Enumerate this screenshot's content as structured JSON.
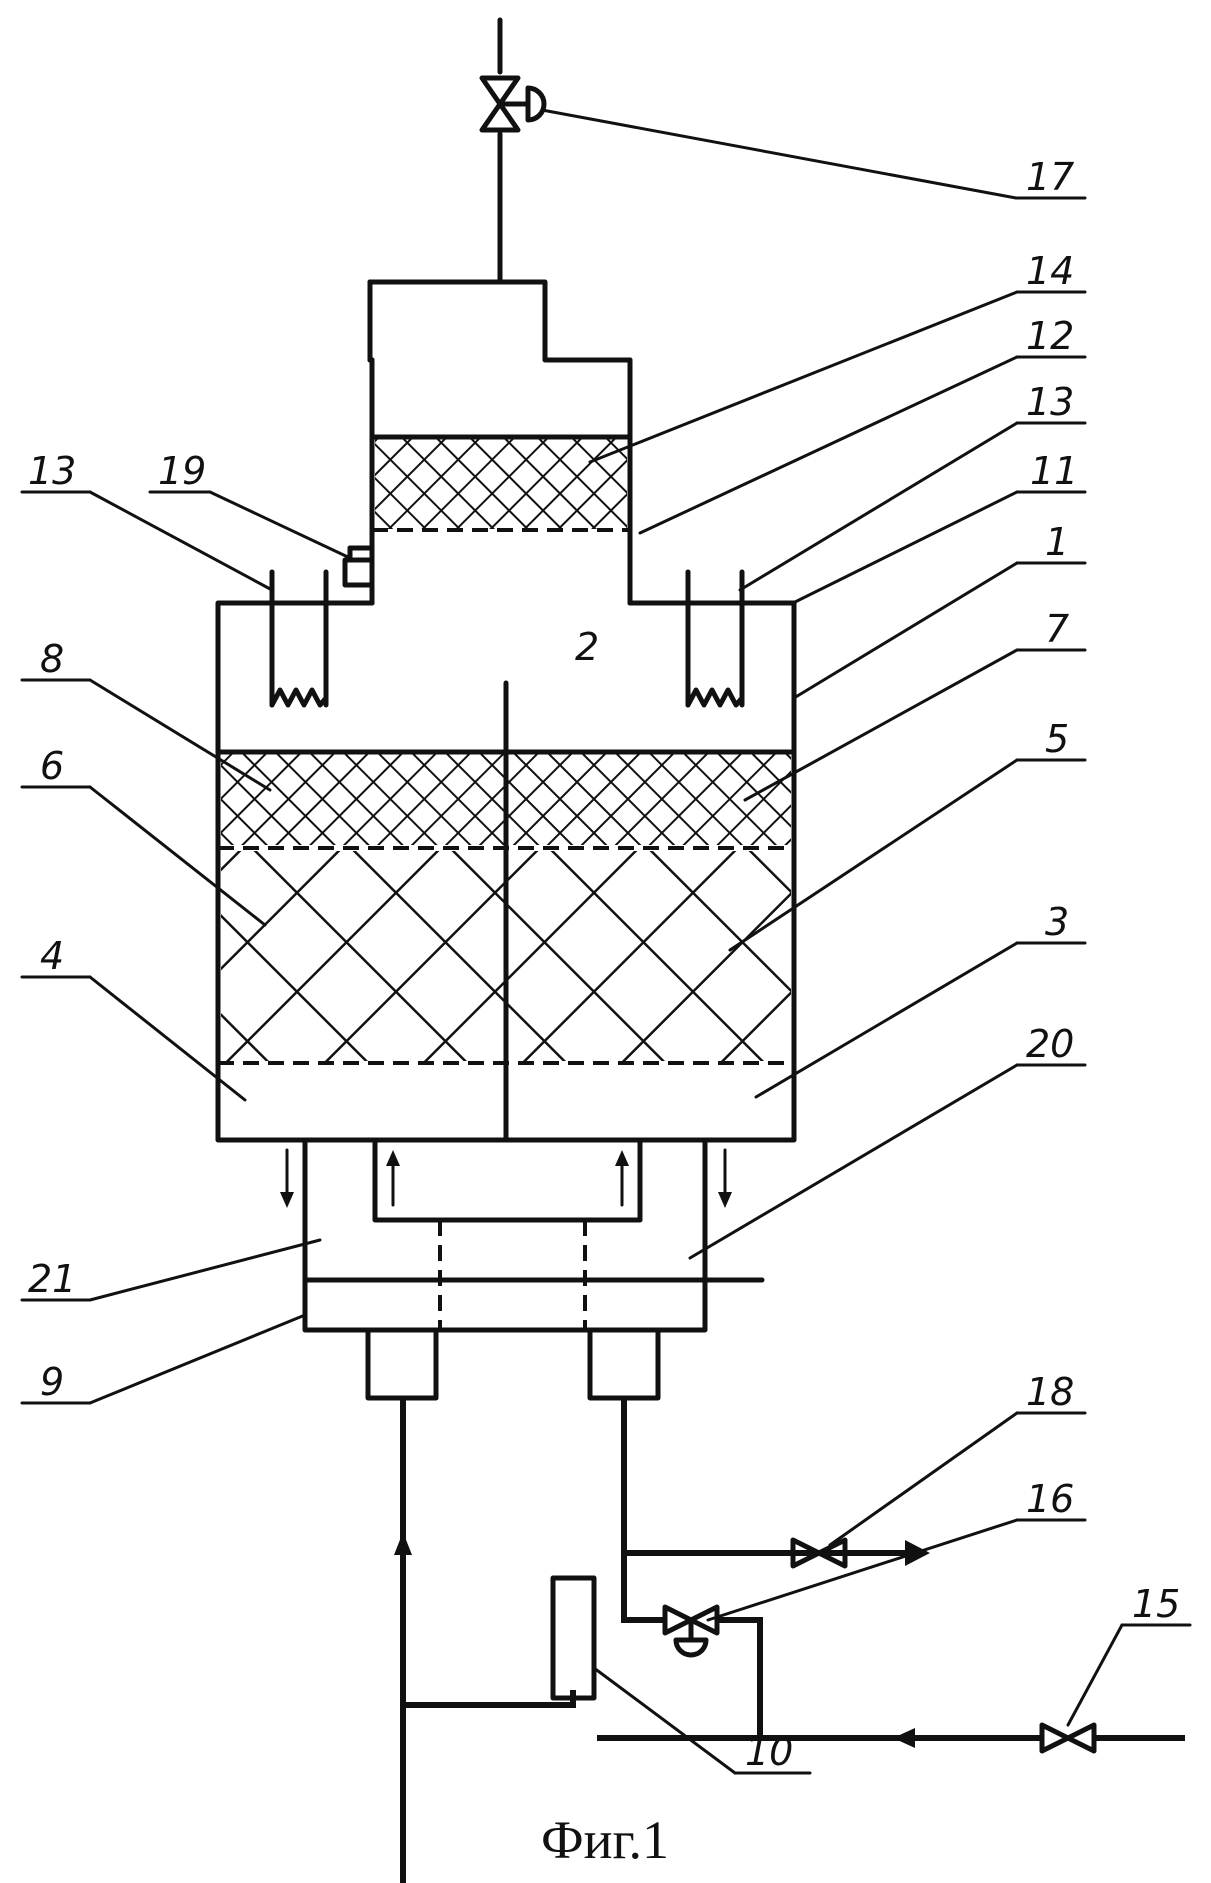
{
  "figure": {
    "caption": "Фиг.1",
    "labels": {
      "l1": "1",
      "l2": "2",
      "l3": "3",
      "l4": "4",
      "l5": "5",
      "l6": "6",
      "l7": "7",
      "l8": "8",
      "l9": "9",
      "l10": "10",
      "l11": "11",
      "l12": "12",
      "l13a": "13",
      "l13b": "13",
      "l14": "14",
      "l15": "15",
      "l16": "16",
      "l17": "17",
      "l18": "18",
      "l19": "19",
      "l20": "20",
      "l21": "21"
    }
  }
}
